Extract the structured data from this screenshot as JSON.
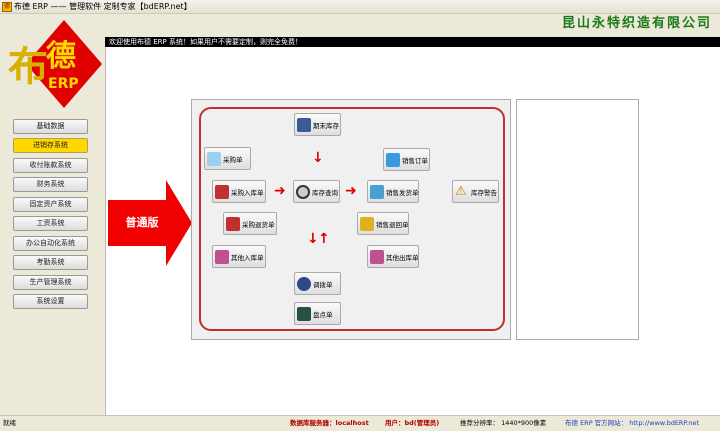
{
  "window": {
    "title": "布德 ERP —— 管理软件 定制专家【bdERP.net】",
    "app_icon": "德"
  },
  "company": "昆山永特织造有限公司",
  "logo": {
    "text": "布德",
    "sub": "ERP"
  },
  "banner": "欢迎使用布德 ERP 系统！如果用户不需要定制，则完全免费！",
  "sidebar": {
    "items": [
      {
        "label": "基础数据"
      },
      {
        "label": "进销存系统",
        "active": true
      },
      {
        "label": "收付账款系统"
      },
      {
        "label": "财务系统"
      },
      {
        "label": "固定资产系统"
      },
      {
        "label": "工资系统"
      },
      {
        "label": "办公自动化系统"
      },
      {
        "label": "考勤系统"
      },
      {
        "label": "生产管理系统"
      },
      {
        "label": "系统设置"
      }
    ]
  },
  "edition_label": "普通版",
  "flow": {
    "period_end_stock": "期末库存",
    "purchase_order": "采购单",
    "sales_order": "销售订单",
    "purchase_receipt": "采购入库单",
    "stock_query": "库存查询",
    "sales_delivery": "销售发货单",
    "stock_warning": "库存警告",
    "purchase_return": "采购退货单",
    "sales_return": "销售退回单",
    "other_receipt": "其他入库单",
    "other_issue": "其他出库单",
    "transfer": "调拨单",
    "stocktake": "盘点单"
  },
  "status": {
    "ready": "就绪",
    "db_server": "数据库服务器：localhost",
    "user": "用户：bd(管理员)",
    "resolution": "推荐分辨率： 1440*900像素",
    "website": "布德 ERP 官方网站： http://www.bdERP.net"
  },
  "colors": {
    "accent_red": "#d00000",
    "active_yellow": "#ffd800",
    "company_green": "#1a7a1a",
    "link_blue": "#2040c0"
  }
}
